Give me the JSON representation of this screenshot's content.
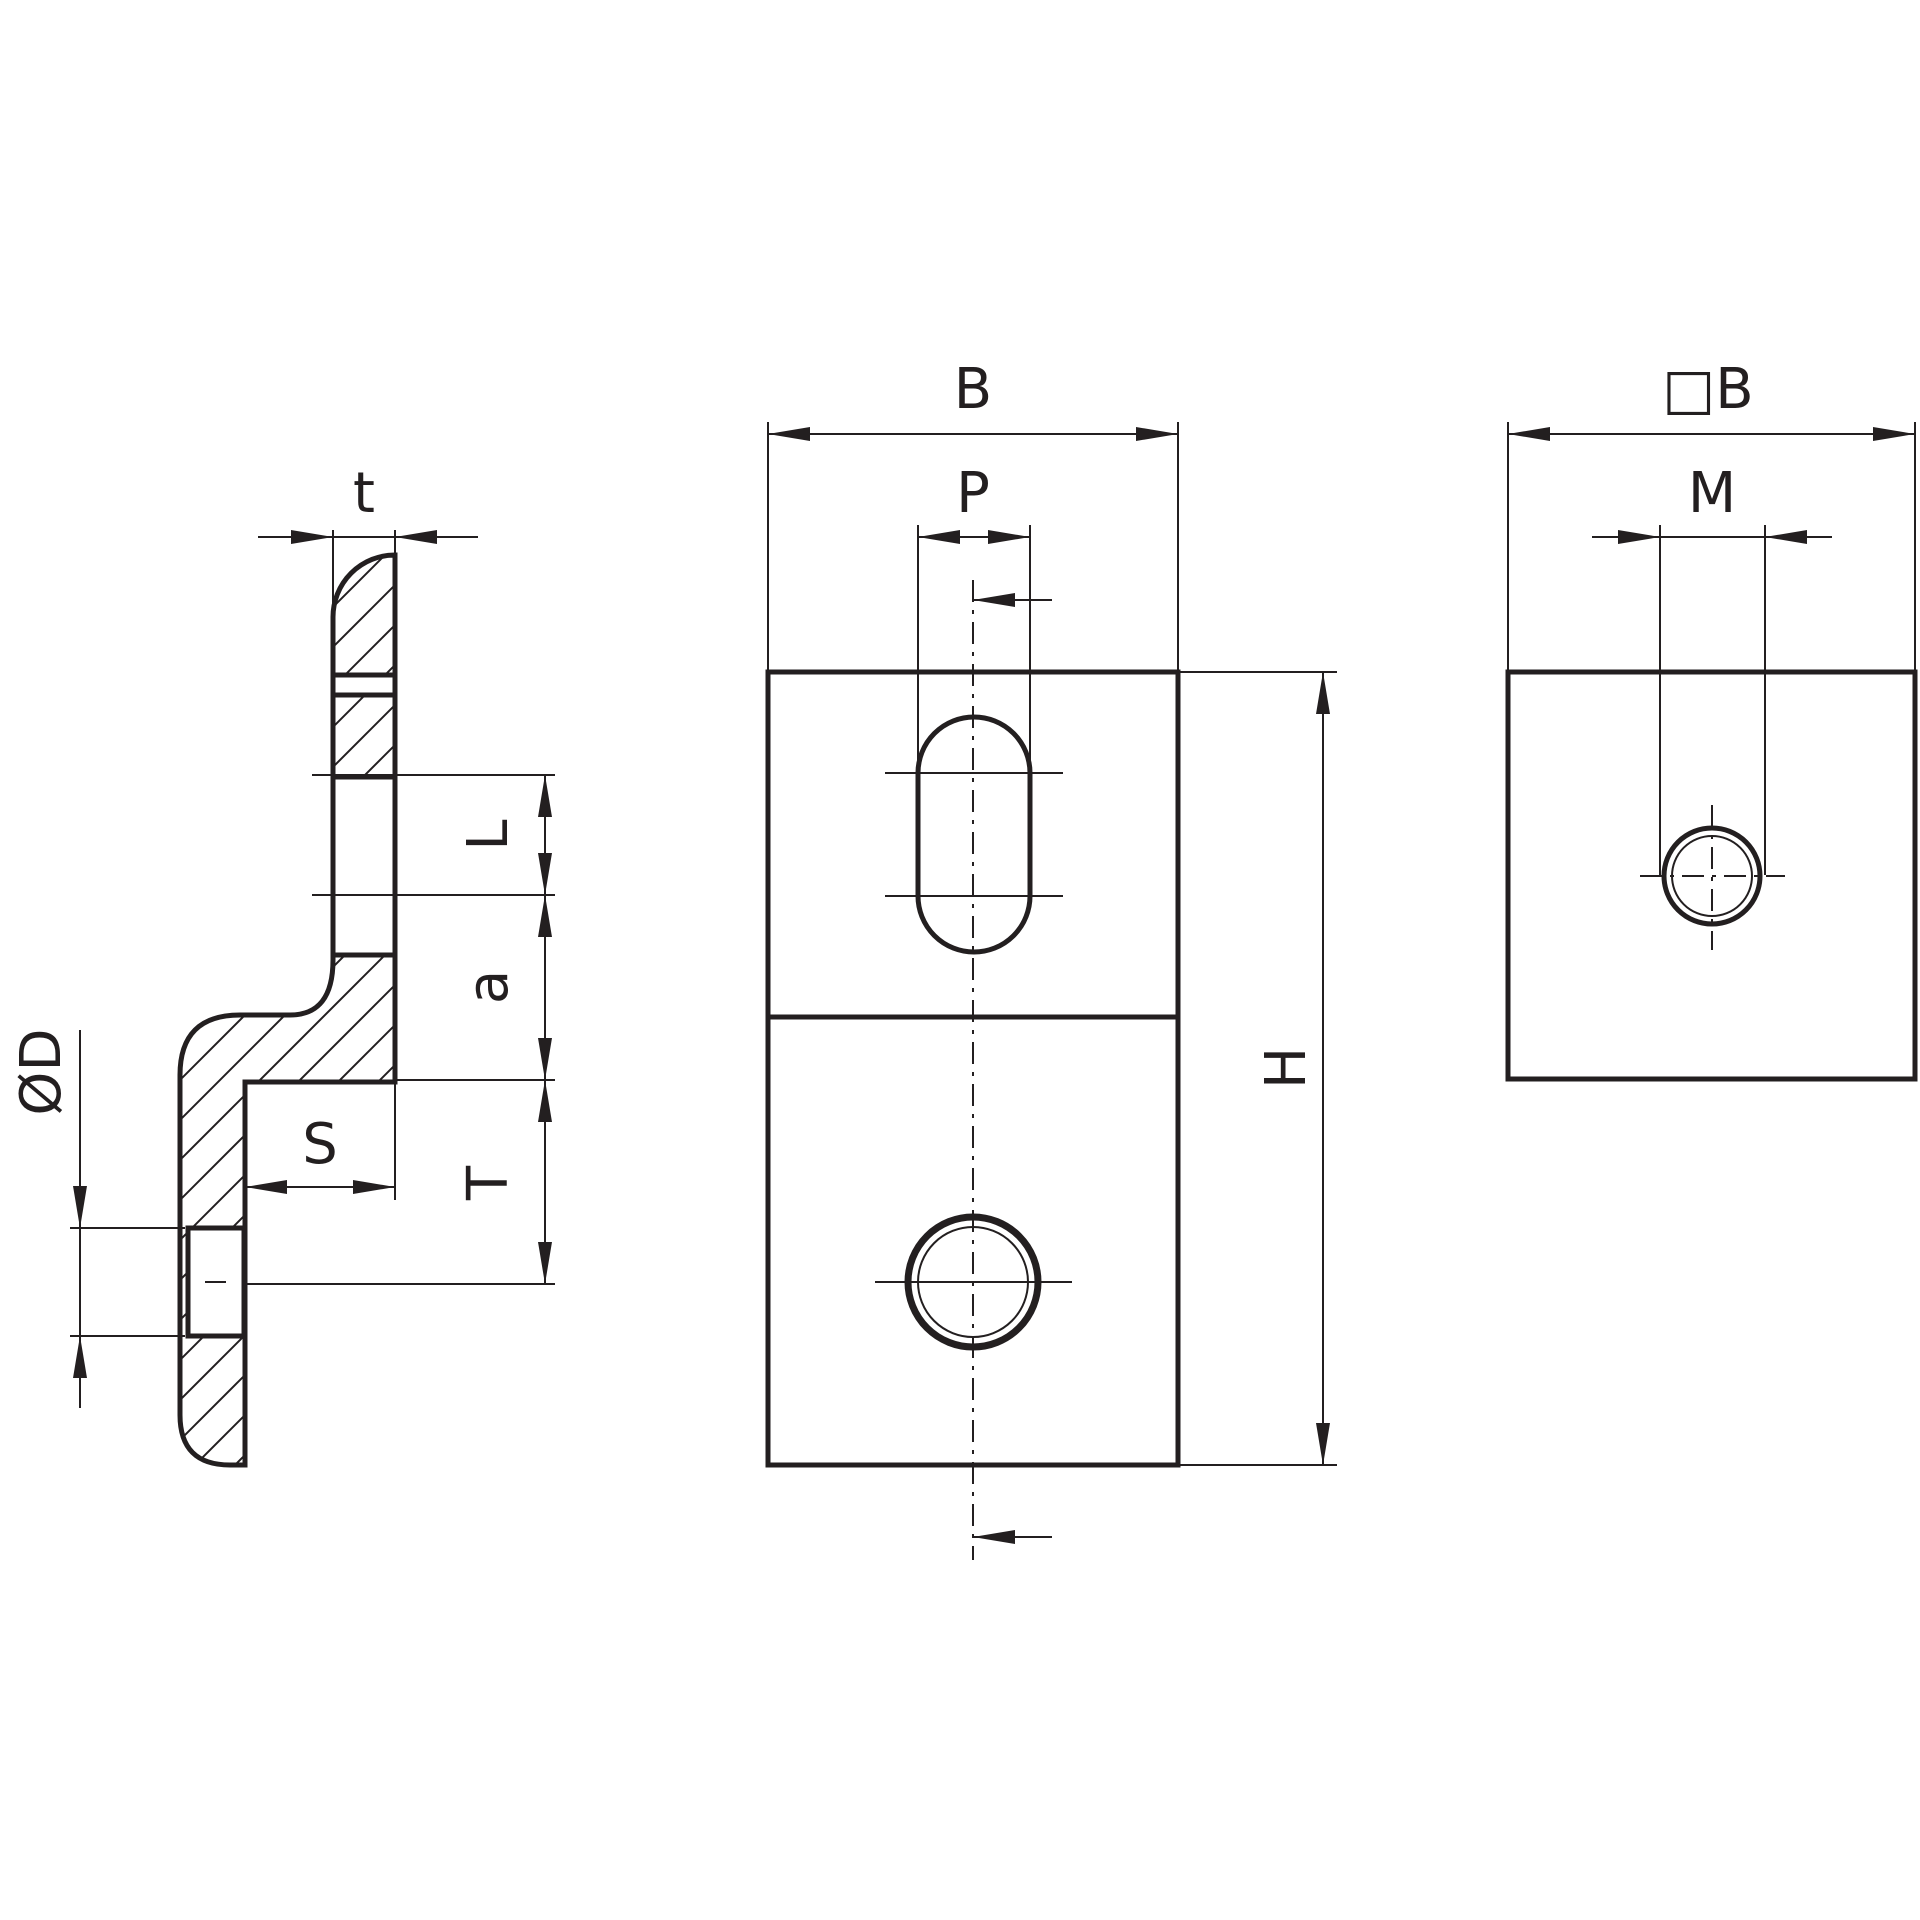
{
  "colors": {
    "line": "#231f20",
    "background": "#ffffff"
  },
  "side_view": {
    "labels": {
      "t": "t",
      "L": "L",
      "a": "a",
      "T": "T",
      "S": "S",
      "D": "ØD"
    }
  },
  "front_view": {
    "labels": {
      "B": "B",
      "P": "P",
      "H": "H"
    }
  },
  "end_view": {
    "labels": {
      "B": "□B",
      "M": "M"
    }
  }
}
